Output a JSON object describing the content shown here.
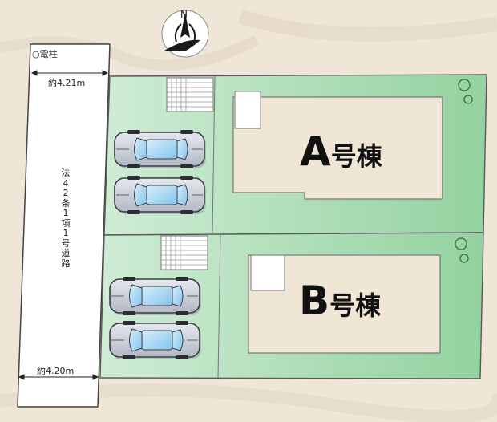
{
  "compass": {
    "north_label": "N",
    "icon": "compass-icon"
  },
  "utility_pole_label": "○電柱",
  "road": {
    "width_top": "約4.21m",
    "width_bottom": "約4.20m",
    "label": "法42条1項1号道路"
  },
  "buildings": [
    {
      "letter": "A",
      "suffix": "号棟"
    },
    {
      "letter": "B",
      "suffix": "号棟"
    }
  ],
  "colors": {
    "background": "#efe6d7",
    "lot_green": "#9dd6a8",
    "lot_green_light": "#c4e8cc",
    "building_fill": "#efe6d6",
    "road_fill": "#ffffff",
    "car_body": "#c9ced8",
    "car_window": "#a9d6f1"
  }
}
